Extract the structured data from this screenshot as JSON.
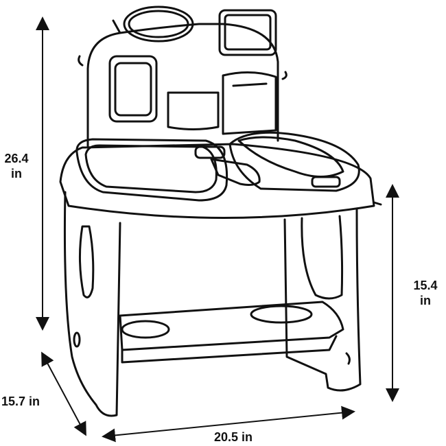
{
  "dimensions": {
    "height_total": {
      "value": "26.4",
      "unit": "in"
    },
    "height_table": {
      "value": "15.4",
      "unit": "in"
    },
    "depth": {
      "label": "15.7 in"
    },
    "width": {
      "label": "20.5 in"
    }
  }
}
